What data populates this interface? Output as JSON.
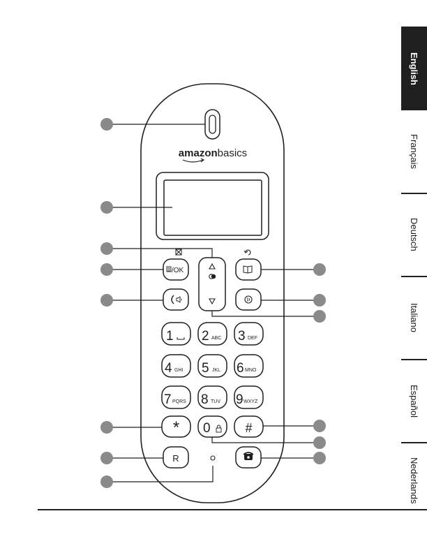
{
  "brand": {
    "name_bold": "amazon",
    "name_regular": "basics"
  },
  "colors": {
    "ink": "#1f1f1f",
    "marker": "#8a8a8a",
    "active_tab": "#1f1f1f"
  },
  "languages": [
    {
      "label": "English",
      "active": true
    },
    {
      "label": "Français",
      "active": false
    },
    {
      "label": "Deutsch",
      "active": false
    },
    {
      "label": "Italiano",
      "active": false
    },
    {
      "label": "Español",
      "active": false
    },
    {
      "label": "Nederlands",
      "active": false
    }
  ],
  "keys": {
    "menu_ok": "/OK",
    "k1": {
      "digit": "1",
      "letters": ""
    },
    "k2": {
      "digit": "2",
      "letters": "ABC"
    },
    "k3": {
      "digit": "3",
      "letters": "DEF"
    },
    "k4": {
      "digit": "4",
      "letters": "GHI"
    },
    "k5": {
      "digit": "5",
      "letters": "JKL"
    },
    "k6": {
      "digit": "6",
      "letters": "MNO"
    },
    "k7": {
      "digit": "7",
      "letters": "PQRS"
    },
    "k8": {
      "digit": "8",
      "letters": "TUV"
    },
    "k9": {
      "digit": "9",
      "letters": "WXYZ"
    },
    "star": "*",
    "k0": {
      "digit": "0"
    },
    "hash": "#",
    "recall": "R"
  },
  "icons": {
    "earpiece": "earpiece-icon",
    "menu": "menu-list-icon",
    "mute": "mute-icon",
    "up": "up-arrow-icon",
    "down": "down-arrow-icon",
    "redial": "redial-icon",
    "back": "back-arrow-icon",
    "phonebook": "phonebook-icon",
    "talk": "talk-speaker-icon",
    "intercom": "intercom-icon",
    "space": "space-icon",
    "keylock": "keylock-icon",
    "end_call": "end-call-icon",
    "microphone": "microphone-icon"
  },
  "callout_count": 13
}
